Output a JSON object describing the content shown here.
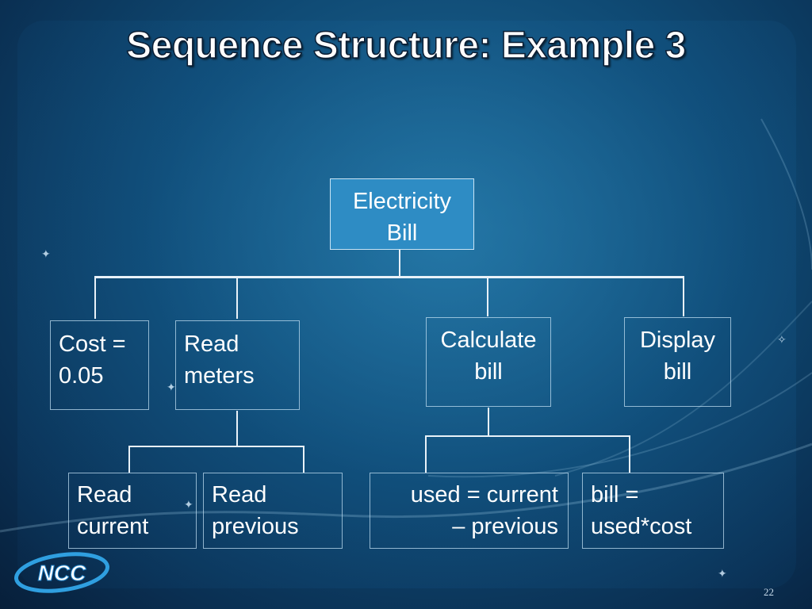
{
  "slide": {
    "title": "Sequence Structure: Example 3",
    "number": "22",
    "logo_text": "NCC"
  },
  "diagram": {
    "root": [
      "Electricity",
      "Bill"
    ],
    "level1": {
      "cost": [
        "Cost =",
        "0.05"
      ],
      "read_meters": [
        "Read",
        "meters"
      ],
      "calculate_bill": [
        "Calculate",
        "bill"
      ],
      "display_bill": [
        "Display",
        "bill"
      ]
    },
    "level2": {
      "read_current": [
        "Read",
        "current"
      ],
      "read_previous": [
        "Read",
        "previous"
      ],
      "used": [
        "used = current",
        "– previous"
      ],
      "bill": [
        "bill =",
        "used*cost"
      ]
    }
  },
  "colors": {
    "background": "#0f4a74",
    "root_fill": "#2e8cc4",
    "text": "#ffffff"
  }
}
